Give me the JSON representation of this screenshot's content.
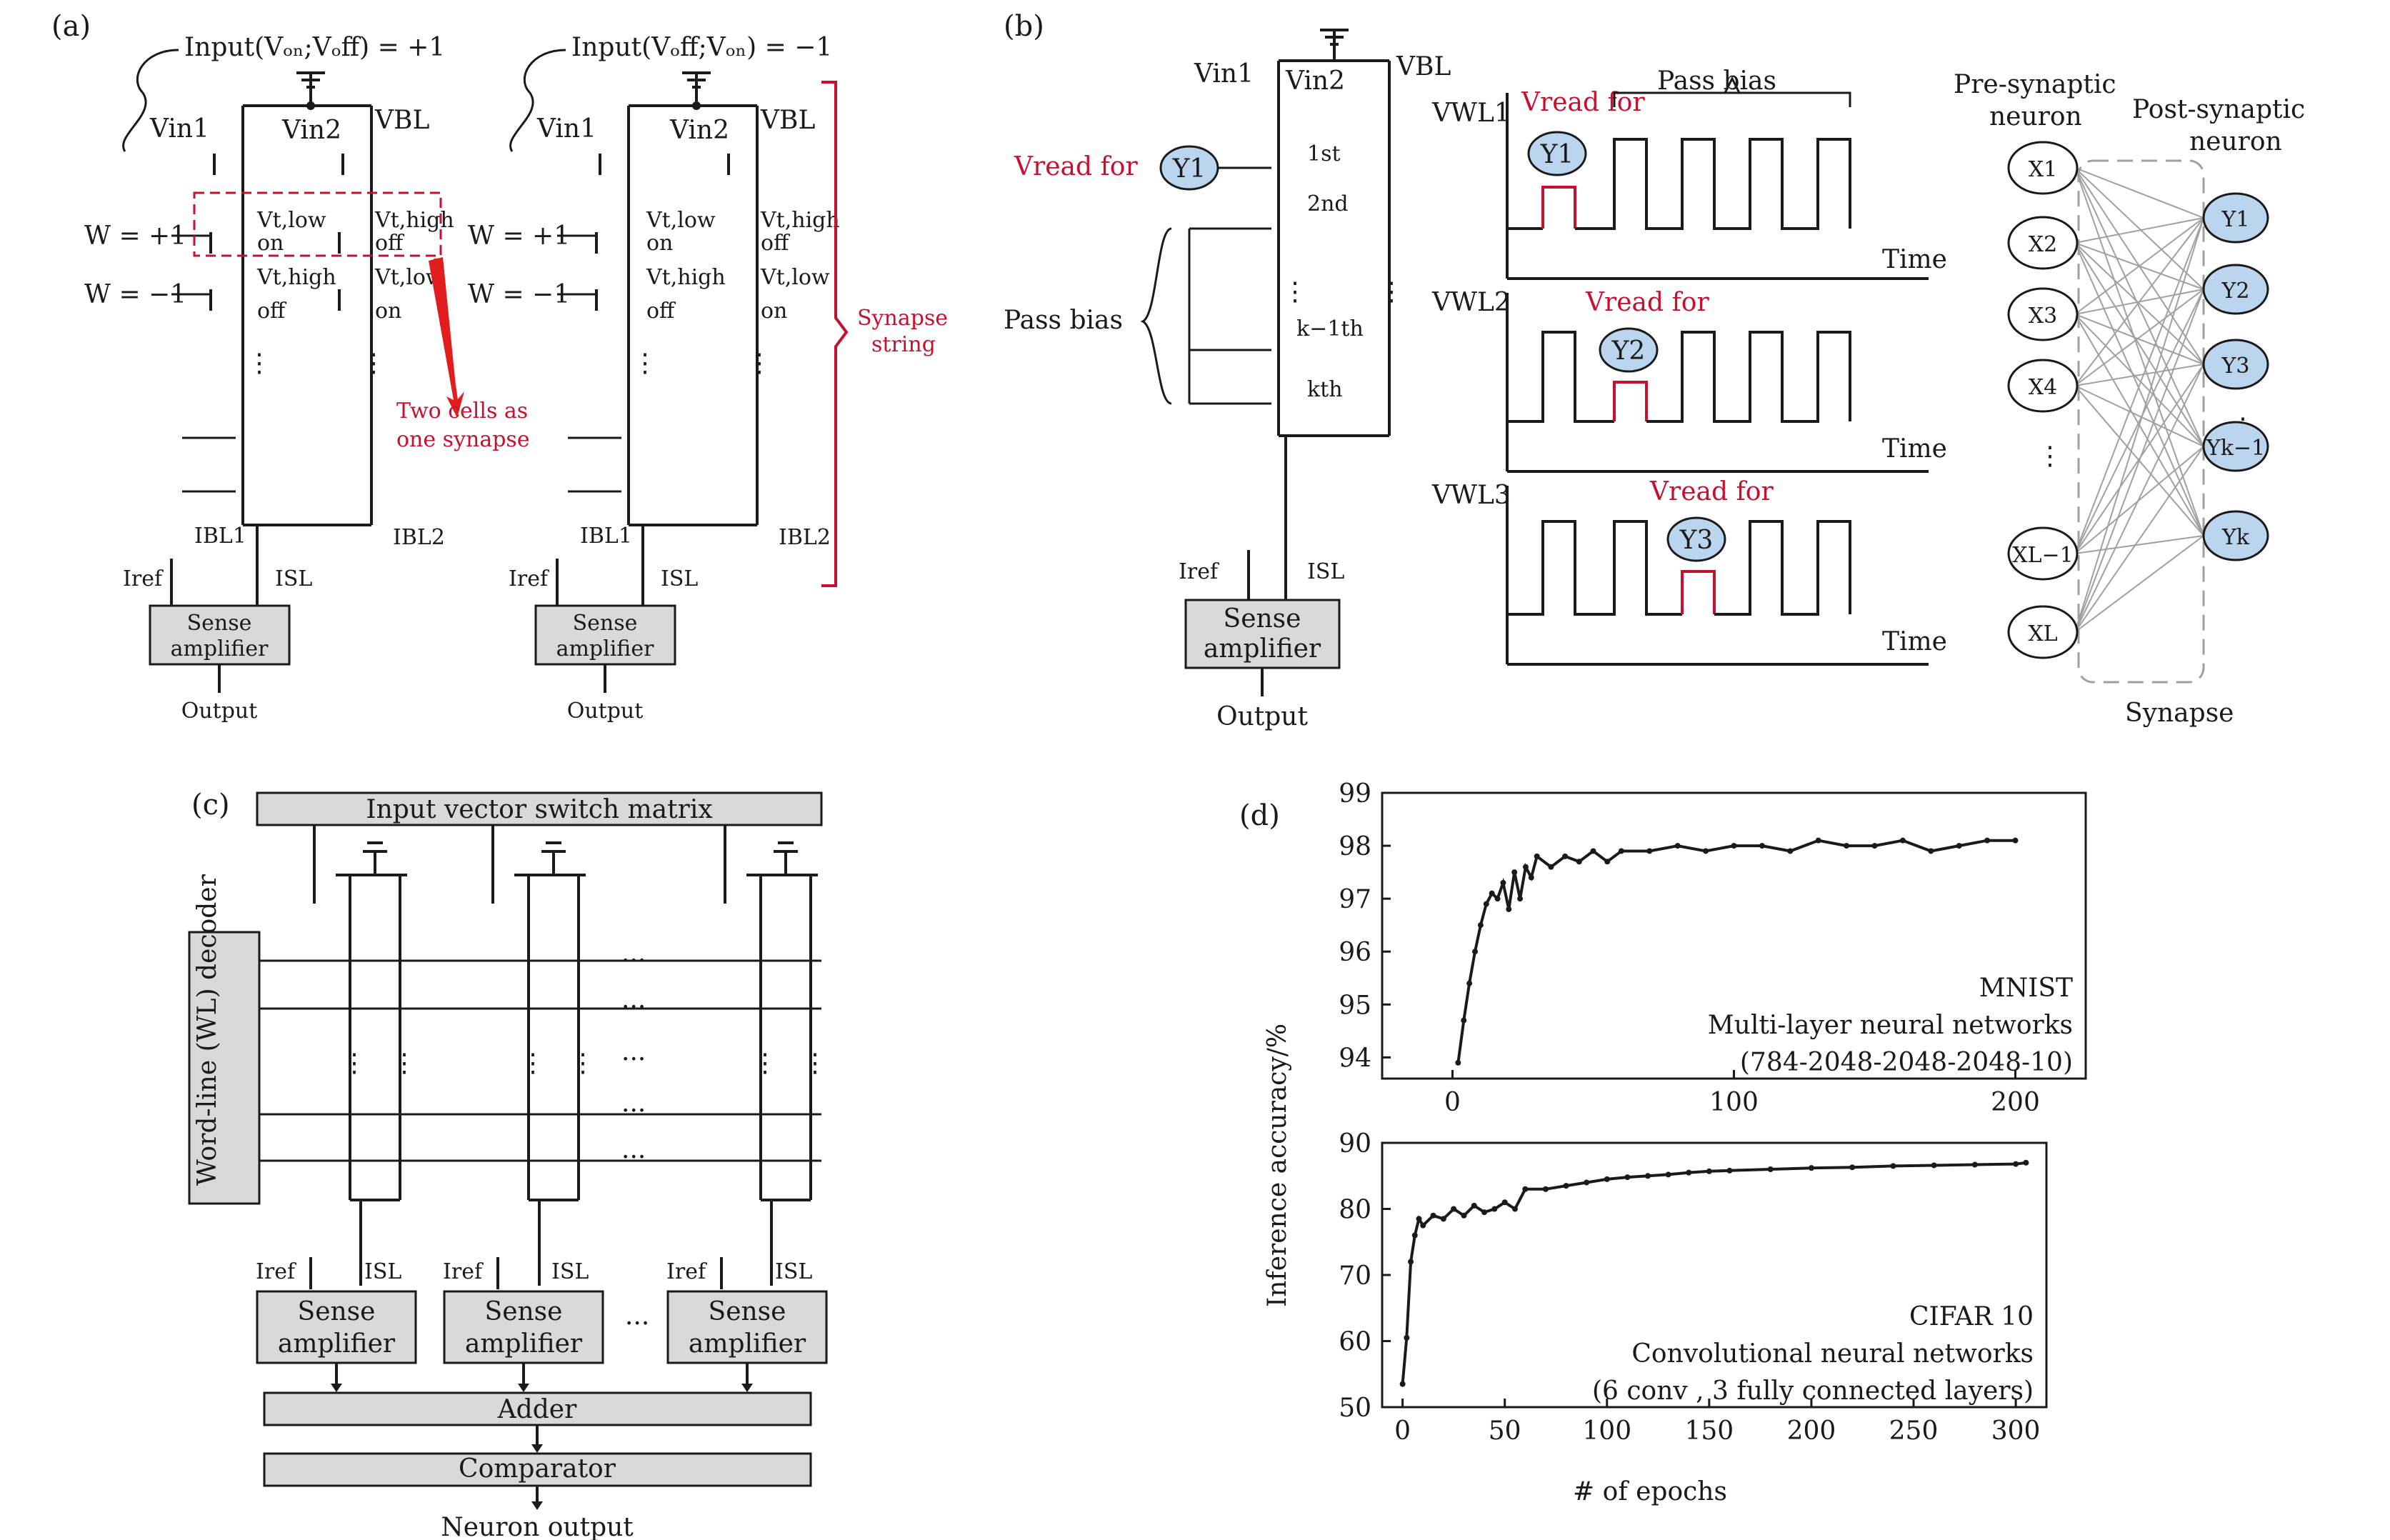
{
  "panel_labels": {
    "a": "(a)",
    "b": "(b)",
    "c": "(c)",
    "d": "(d)"
  },
  "panel_a": {
    "input_left": "Input(Vₒₙ;Vₒff) = +1",
    "input_right": "Input(Vₒff;Vₒₙ) = −1",
    "vin1": "Vin1",
    "vin2": "Vin2",
    "vbl": "VBL",
    "w_plus": "W = +1",
    "w_minus": "W = −1",
    "vt_low": "Vt,low",
    "vt_high": "Vt,high",
    "on": "on",
    "off": "off",
    "two_cells": [
      "Two cells as",
      "one synapse"
    ],
    "synapse_string": [
      "Synapse",
      "string"
    ],
    "ibl1": "IBL1",
    "ibl2": "IBL2",
    "iref": "Iref",
    "isl": "ISL",
    "sense_amp": [
      "Sense",
      "amplifier"
    ],
    "output": "Output"
  },
  "panel_b": {
    "vin1": "Vin1",
    "vin2": "Vin2",
    "vbl": "VBL",
    "vread_for": "Vread for",
    "first": "1st",
    "second": "2nd",
    "k_minus": "k−1th",
    "kth": "kth",
    "pass_bias": "Pass bias",
    "iref": "Iref",
    "isl": "ISL",
    "sense_amp": [
      "Sense",
      "amplifier"
    ],
    "output": "Output",
    "wl_labels": [
      "VWL1",
      "VWL2",
      "VWL3"
    ],
    "time": "Time",
    "y_nodes": [
      "Y1",
      "Y2",
      "Y3"
    ],
    "pre_neuron": [
      "Pre-synaptic",
      "neuron"
    ],
    "post_neuron": [
      "Post-synaptic",
      "neuron"
    ],
    "x_nodes": [
      "X1",
      "X2",
      "X3",
      "X4",
      "⋮",
      "XL−1",
      "XL"
    ],
    "y_right_nodes": [
      "Y1",
      "Y2",
      "Y3",
      "⋮",
      "Yk−1",
      "Yk"
    ],
    "synapse": "Synapse"
  },
  "panel_c": {
    "input_matrix": "Input vector switch matrix",
    "wl_decoder": "Word-line (WL) decoder",
    "dots": "···",
    "iref": "Iref",
    "isl": "ISL",
    "sense_amp": [
      "Sense",
      "amplifier"
    ],
    "adder": "Adder",
    "comparator": "Comparator",
    "neuron_output": "Neuron output"
  },
  "chart_data": [
    {
      "type": "line",
      "ylabel": "Inference accuracy/%",
      "annotation": [
        "MNIST",
        "Multi-layer neural networks",
        "(784-2048-2048-2048-10)"
      ],
      "xlim": [
        -25,
        225
      ],
      "ylim": [
        93.6,
        99
      ],
      "xticks": [
        0,
        100,
        200
      ],
      "yticks": [
        94,
        95,
        96,
        97,
        98,
        99
      ],
      "grid": false,
      "x": [
        2,
        4,
        6,
        8,
        10,
        12,
        14,
        16,
        18,
        20,
        22,
        24,
        26,
        28,
        30,
        35,
        40,
        45,
        50,
        55,
        60,
        70,
        80,
        90,
        100,
        110,
        120,
        130,
        140,
        150,
        160,
        170,
        180,
        190,
        200
      ],
      "y": [
        93.9,
        94.7,
        95.4,
        96.0,
        96.5,
        96.9,
        97.1,
        97.0,
        97.3,
        96.8,
        97.5,
        97.0,
        97.6,
        97.4,
        97.8,
        97.6,
        97.8,
        97.7,
        97.9,
        97.7,
        97.9,
        97.9,
        98.0,
        97.9,
        98.0,
        98.0,
        97.9,
        98.1,
        98.0,
        98.0,
        98.1,
        97.9,
        98.0,
        98.1,
        98.1
      ]
    },
    {
      "type": "line",
      "xlabel": "# of epochs",
      "annotation": [
        "CIFAR 10",
        "Convolutional neural networks",
        "(6 conv , 3 fully connected layers)"
      ],
      "xlim": [
        -10,
        315
      ],
      "ylim": [
        50,
        90
      ],
      "xticks": [
        0,
        50,
        100,
        150,
        200,
        250,
        300
      ],
      "yticks": [
        50,
        60,
        70,
        80,
        90
      ],
      "grid": false,
      "x": [
        0,
        2,
        4,
        6,
        8,
        10,
        15,
        20,
        25,
        30,
        35,
        40,
        45,
        50,
        55,
        60,
        70,
        80,
        90,
        100,
        110,
        120,
        130,
        140,
        150,
        160,
        180,
        200,
        220,
        240,
        260,
        280,
        300,
        305
      ],
      "y": [
        53.5,
        60.5,
        72,
        76,
        78.5,
        77.5,
        79,
        78.5,
        80,
        79,
        80.5,
        79.5,
        80,
        81,
        80,
        83,
        83,
        83.5,
        84,
        84.5,
        84.8,
        85,
        85.2,
        85.5,
        85.7,
        85.8,
        86,
        86.2,
        86.3,
        86.5,
        86.6,
        86.7,
        86.8,
        87
      ]
    }
  ]
}
